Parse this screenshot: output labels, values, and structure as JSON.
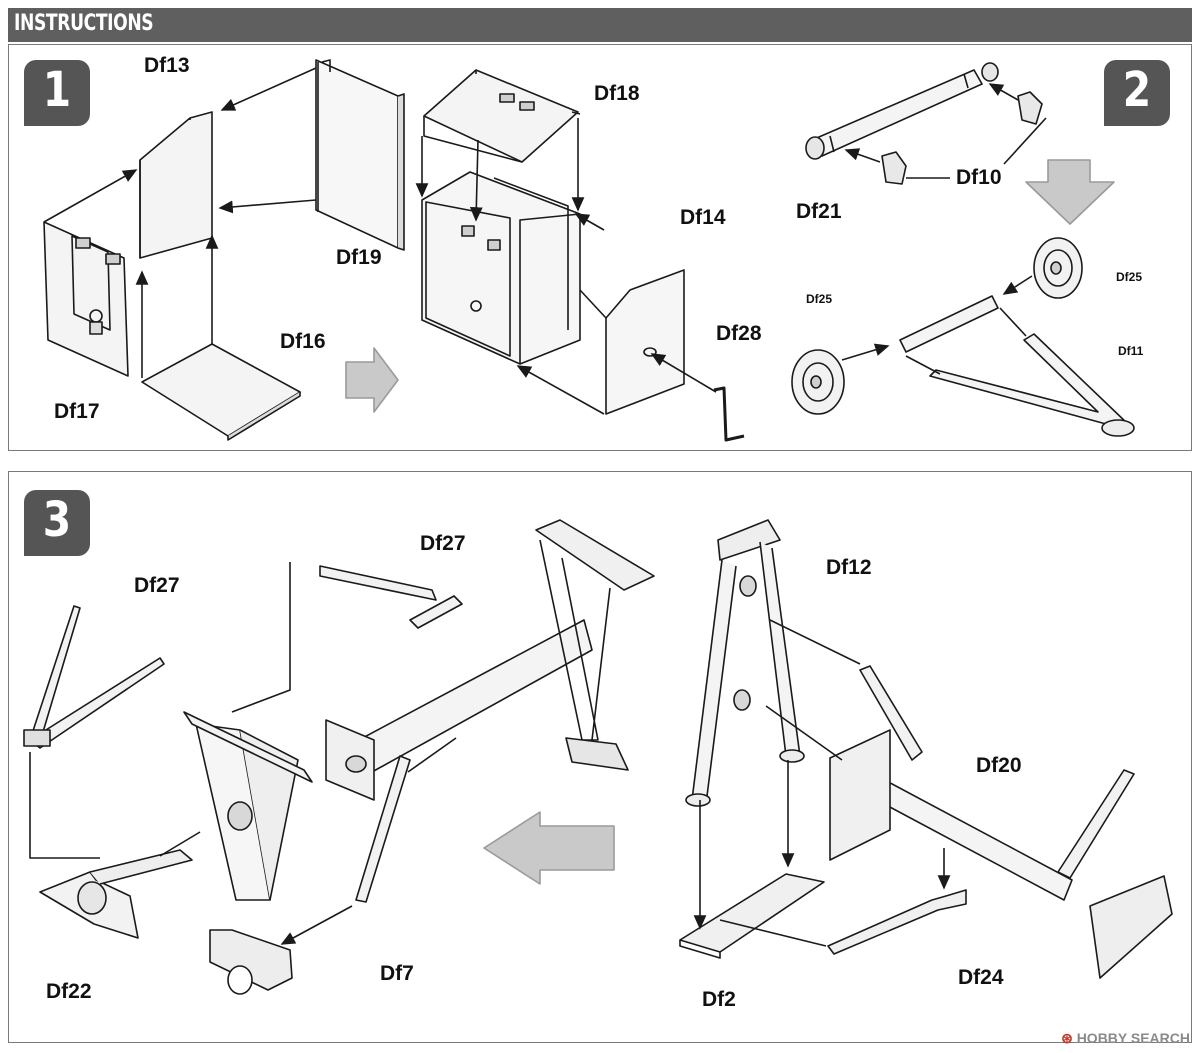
{
  "header": {
    "title": "INSTRUCTIONS"
  },
  "steps": [
    {
      "number": "1"
    },
    {
      "number": "2"
    },
    {
      "number": "3"
    }
  ],
  "parts": {
    "df13": "Df13",
    "df19": "Df19",
    "df17": "Df17",
    "df16": "Df16",
    "df18": "Df18",
    "df14": "Df14",
    "df28": "Df28",
    "df21": "Df21",
    "df10": "Df10",
    "df25a": "Df25",
    "df25b": "Df25",
    "df11": "Df11",
    "df27a": "Df27",
    "df27b": "Df27",
    "df22": "Df22",
    "df7": "Df7",
    "df12": "Df12",
    "df20": "Df20",
    "df24": "Df24",
    "df2": "Df2"
  },
  "watermark": {
    "mark": "⊛",
    "text": "HOBBY SEARCH"
  },
  "colors": {
    "header": "#5f5f5f",
    "badge": "#555555",
    "arrow_fill": "#c9c9c9",
    "line": "#1a1a1a"
  }
}
